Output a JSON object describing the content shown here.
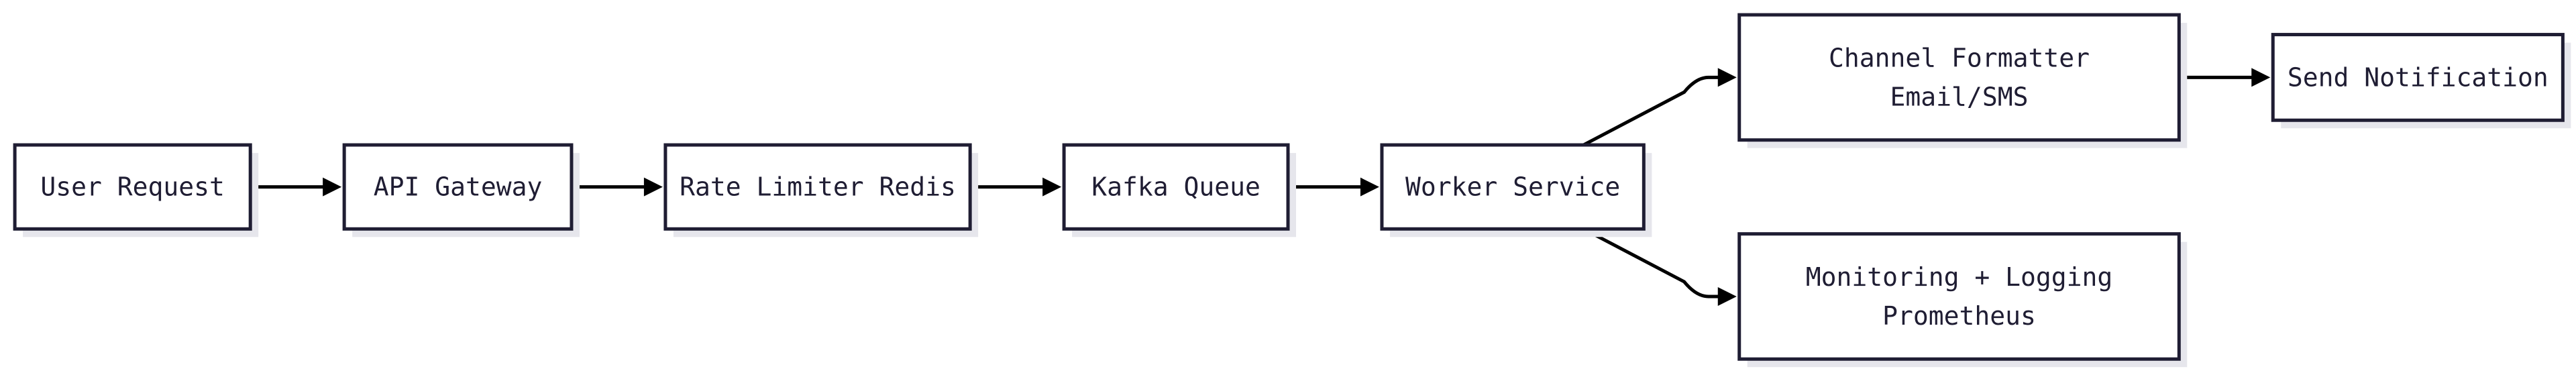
{
  "nodes": [
    {
      "id": "user-request",
      "lines": [
        "User Request"
      ]
    },
    {
      "id": "api-gateway",
      "lines": [
        "API Gateway"
      ]
    },
    {
      "id": "rate-limiter",
      "lines": [
        "Rate Limiter Redis"
      ]
    },
    {
      "id": "kafka-queue",
      "lines": [
        "Kafka Queue"
      ]
    },
    {
      "id": "worker-service",
      "lines": [
        "Worker Service"
      ]
    },
    {
      "id": "channel-formatter",
      "lines": [
        "Channel Formatter",
        "Email/SMS"
      ]
    },
    {
      "id": "send-notification",
      "lines": [
        "Send Notification"
      ]
    },
    {
      "id": "monitoring",
      "lines": [
        "Monitoring + Logging",
        "Prometheus"
      ]
    }
  ],
  "edges": [
    {
      "from": "user-request",
      "to": "api-gateway"
    },
    {
      "from": "api-gateway",
      "to": "rate-limiter"
    },
    {
      "from": "rate-limiter",
      "to": "kafka-queue"
    },
    {
      "from": "kafka-queue",
      "to": "worker-service"
    },
    {
      "from": "worker-service",
      "to": "channel-formatter"
    },
    {
      "from": "worker-service",
      "to": "monitoring"
    },
    {
      "from": "channel-formatter",
      "to": "send-notification"
    }
  ],
  "colors": {
    "box_stroke": "#1f1d33",
    "box_fill": "#ffffff",
    "shadow": "#e6e6ec",
    "text": "#1f1d33",
    "edge": "#000000"
  }
}
